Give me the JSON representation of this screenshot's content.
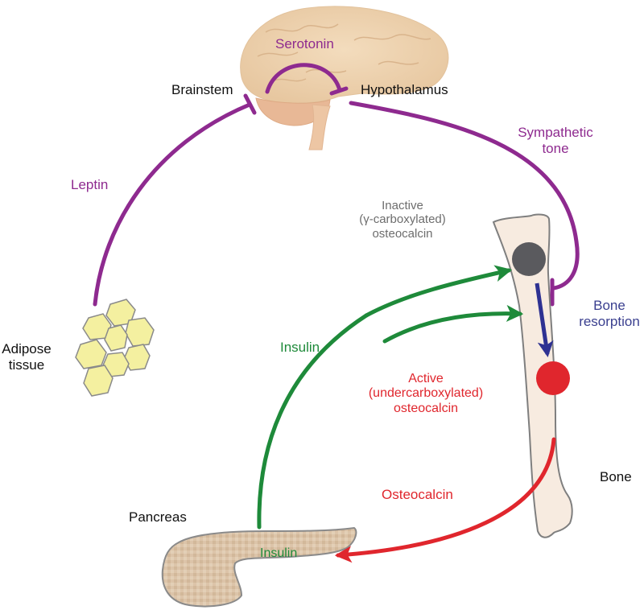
{
  "diagram": {
    "title": "Bone–energy metabolism endocrine loop",
    "colors": {
      "leptin_pathway": "#8e2a8f",
      "insulin_pathway": "#1e8a3a",
      "osteocalcin_pathway": "#e0262d",
      "resorption": "#2e3192",
      "inactive_osteocalcin": "#5a5a5e",
      "active_osteocalcin": "#e0262d",
      "bone_fill": "#f7ebe0",
      "brain_fill": "#edd3b0",
      "adipocyte_fill": "#f4f0a0",
      "pancreas_fill": "#dcc3a8"
    },
    "organs": {
      "brain": {
        "regions": {
          "brainstem": "Brainstem",
          "hypothalamus": "Hypothalamus"
        }
      },
      "adipose": {
        "line1": "Adipose",
        "line2": "tissue"
      },
      "bone": {
        "label": "Bone"
      },
      "pancreas": {
        "label": "Pancreas"
      }
    },
    "signals": {
      "serotonin": "Serotonin",
      "leptin": "Leptin",
      "sympathetic": {
        "line1": "Sympathetic",
        "line2": "tone"
      },
      "insulin_to_bone": "Insulin",
      "insulin_in_pancreas": "Insulin",
      "osteocalcin": "Osteocalcin",
      "bone_resorption": {
        "line1": "Bone",
        "line2": "resorption"
      }
    },
    "osteocalcin_states": {
      "inactive": {
        "line1": "Inactive",
        "line2": "(γ-carboxylated)",
        "line3": "osteocalcin"
      },
      "active": {
        "line1": "Active",
        "line2": "(undercarboxylated)",
        "line3": "osteocalcin"
      }
    },
    "edges": [
      {
        "from": "Adipose tissue",
        "to": "Brainstem",
        "signal": "Leptin",
        "type": "inhibition"
      },
      {
        "from": "Brainstem",
        "to": "Hypothalamus",
        "signal": "Serotonin",
        "type": "inhibition"
      },
      {
        "from": "Hypothalamus",
        "to": "Bone",
        "signal": "Sympathetic tone",
        "type": "inhibition"
      },
      {
        "from": "Pancreas",
        "to": "Inactive osteocalcin",
        "signal": "Insulin",
        "type": "activation"
      },
      {
        "from": "Pancreas",
        "to": "Bone resorption",
        "signal": "Insulin",
        "type": "activation"
      },
      {
        "from": "Inactive osteocalcin",
        "to": "Active osteocalcin",
        "signal": "Bone resorption",
        "type": "conversion"
      },
      {
        "from": "Active osteocalcin",
        "to": "Pancreas",
        "signal": "Osteocalcin",
        "type": "activation"
      }
    ]
  }
}
